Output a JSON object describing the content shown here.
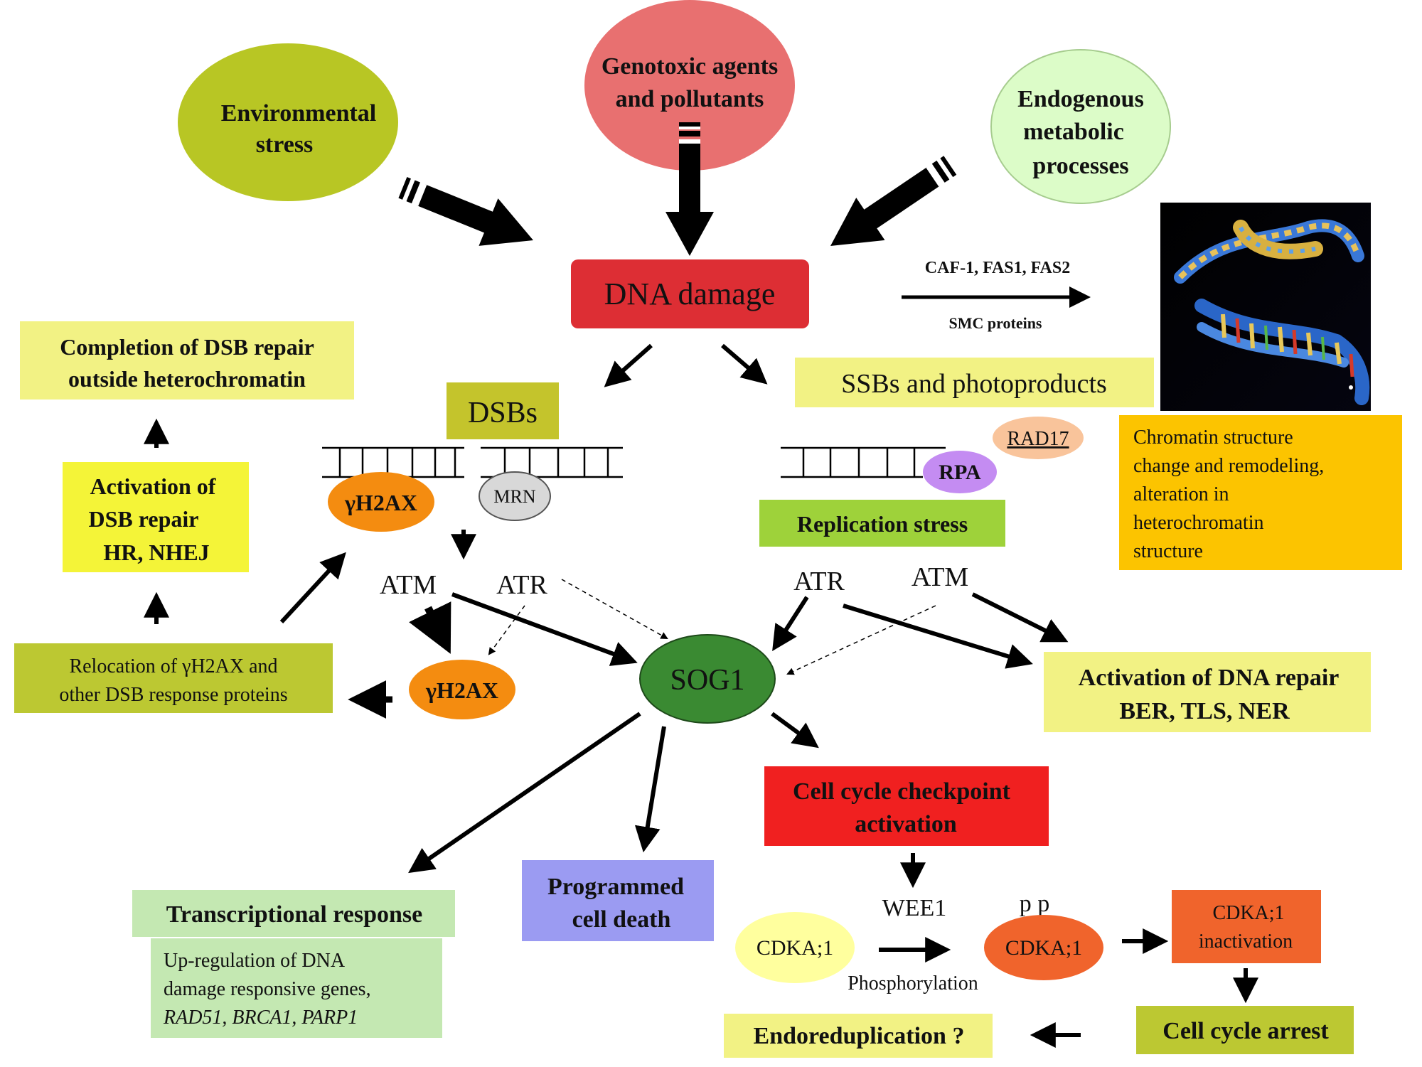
{
  "colors": {
    "env_stress": "#b8c624",
    "genotoxic": "#e87070",
    "endogenous": "#dcfcc8",
    "dna_damage": "#dd2e34",
    "yellow_box": "#f2f284",
    "bright_yellow": "#f4f438",
    "olive_box": "#bcc832",
    "green_box": "#9ed23a",
    "light_green": "#c4e8b2",
    "gold_box": "#fcc400",
    "red_box": "#f02020",
    "violet_box": "#9b9bf2",
    "orange": "#f48c10",
    "orange_box": "#f0642c",
    "sog1_green": "#3a8a32",
    "rpa_violet": "#c48cf2",
    "rad17_peach": "#f9c49b",
    "mrn_gray": "#d8d8d8",
    "pale_yellow": "#ffff9e"
  },
  "sources": {
    "env_stress": [
      "Environmental",
      "stress"
    ],
    "genotoxic": [
      "Genotoxic agents",
      "and pollutants"
    ],
    "endogenous": [
      "Endogenous",
      "metabolic",
      "processes"
    ]
  },
  "dna_damage": "DNA damage",
  "chromatin_proteins": {
    "top": "CAF-1, FAS1, FAS2",
    "bottom": "SMC proteins"
  },
  "dsb": {
    "label": "DSBs",
    "gh2ax": "γH2AX",
    "mrn": "MRN",
    "atm": "ATM",
    "atr": "ATR",
    "gh2ax_2": "γH2AX"
  },
  "ssb": {
    "label": "SSBs and photoproducts",
    "rad17": "RAD17",
    "rpa": "RPA",
    "replication_stress": "Replication stress",
    "atr": "ATR",
    "atm": "ATM"
  },
  "chromatin_box": [
    "Chromatin structure",
    "change and remodeling,",
    "alteration in",
    "heterochromatin",
    "structure"
  ],
  "left_column": {
    "completion": [
      "Completion of DSB repair",
      "outside heterochromatin"
    ],
    "activation": [
      "Activation of",
      "DSB repair",
      "HR, NHEJ"
    ],
    "relocation": [
      "Relocation of γH2AX and",
      "other DSB response proteins"
    ]
  },
  "sog1": "SOG1",
  "dna_repair": [
    "Activation of DNA repair",
    "BER, TLS, NER"
  ],
  "checkpoint": [
    "Cell cycle checkpoint",
    "activation"
  ],
  "transcription": {
    "title": "Transcriptional response",
    "body": [
      "Up-regulation of DNA",
      "damage responsive genes,"
    ],
    "genes": "RAD51, BRCA1, PARP1"
  },
  "pcd": [
    "Programmed",
    "cell death"
  ],
  "cell_cycle": {
    "wee1": "WEE1",
    "cdka1": "CDKA;1",
    "phosphorylation": "Phosphorylation",
    "pp": "p p",
    "cdka1_p": "CDKA;1",
    "inactivation": [
      "CDKA;1",
      "inactivation"
    ],
    "arrest": "Cell cycle arrest",
    "endoreduplication": "Endoreduplication ?"
  }
}
